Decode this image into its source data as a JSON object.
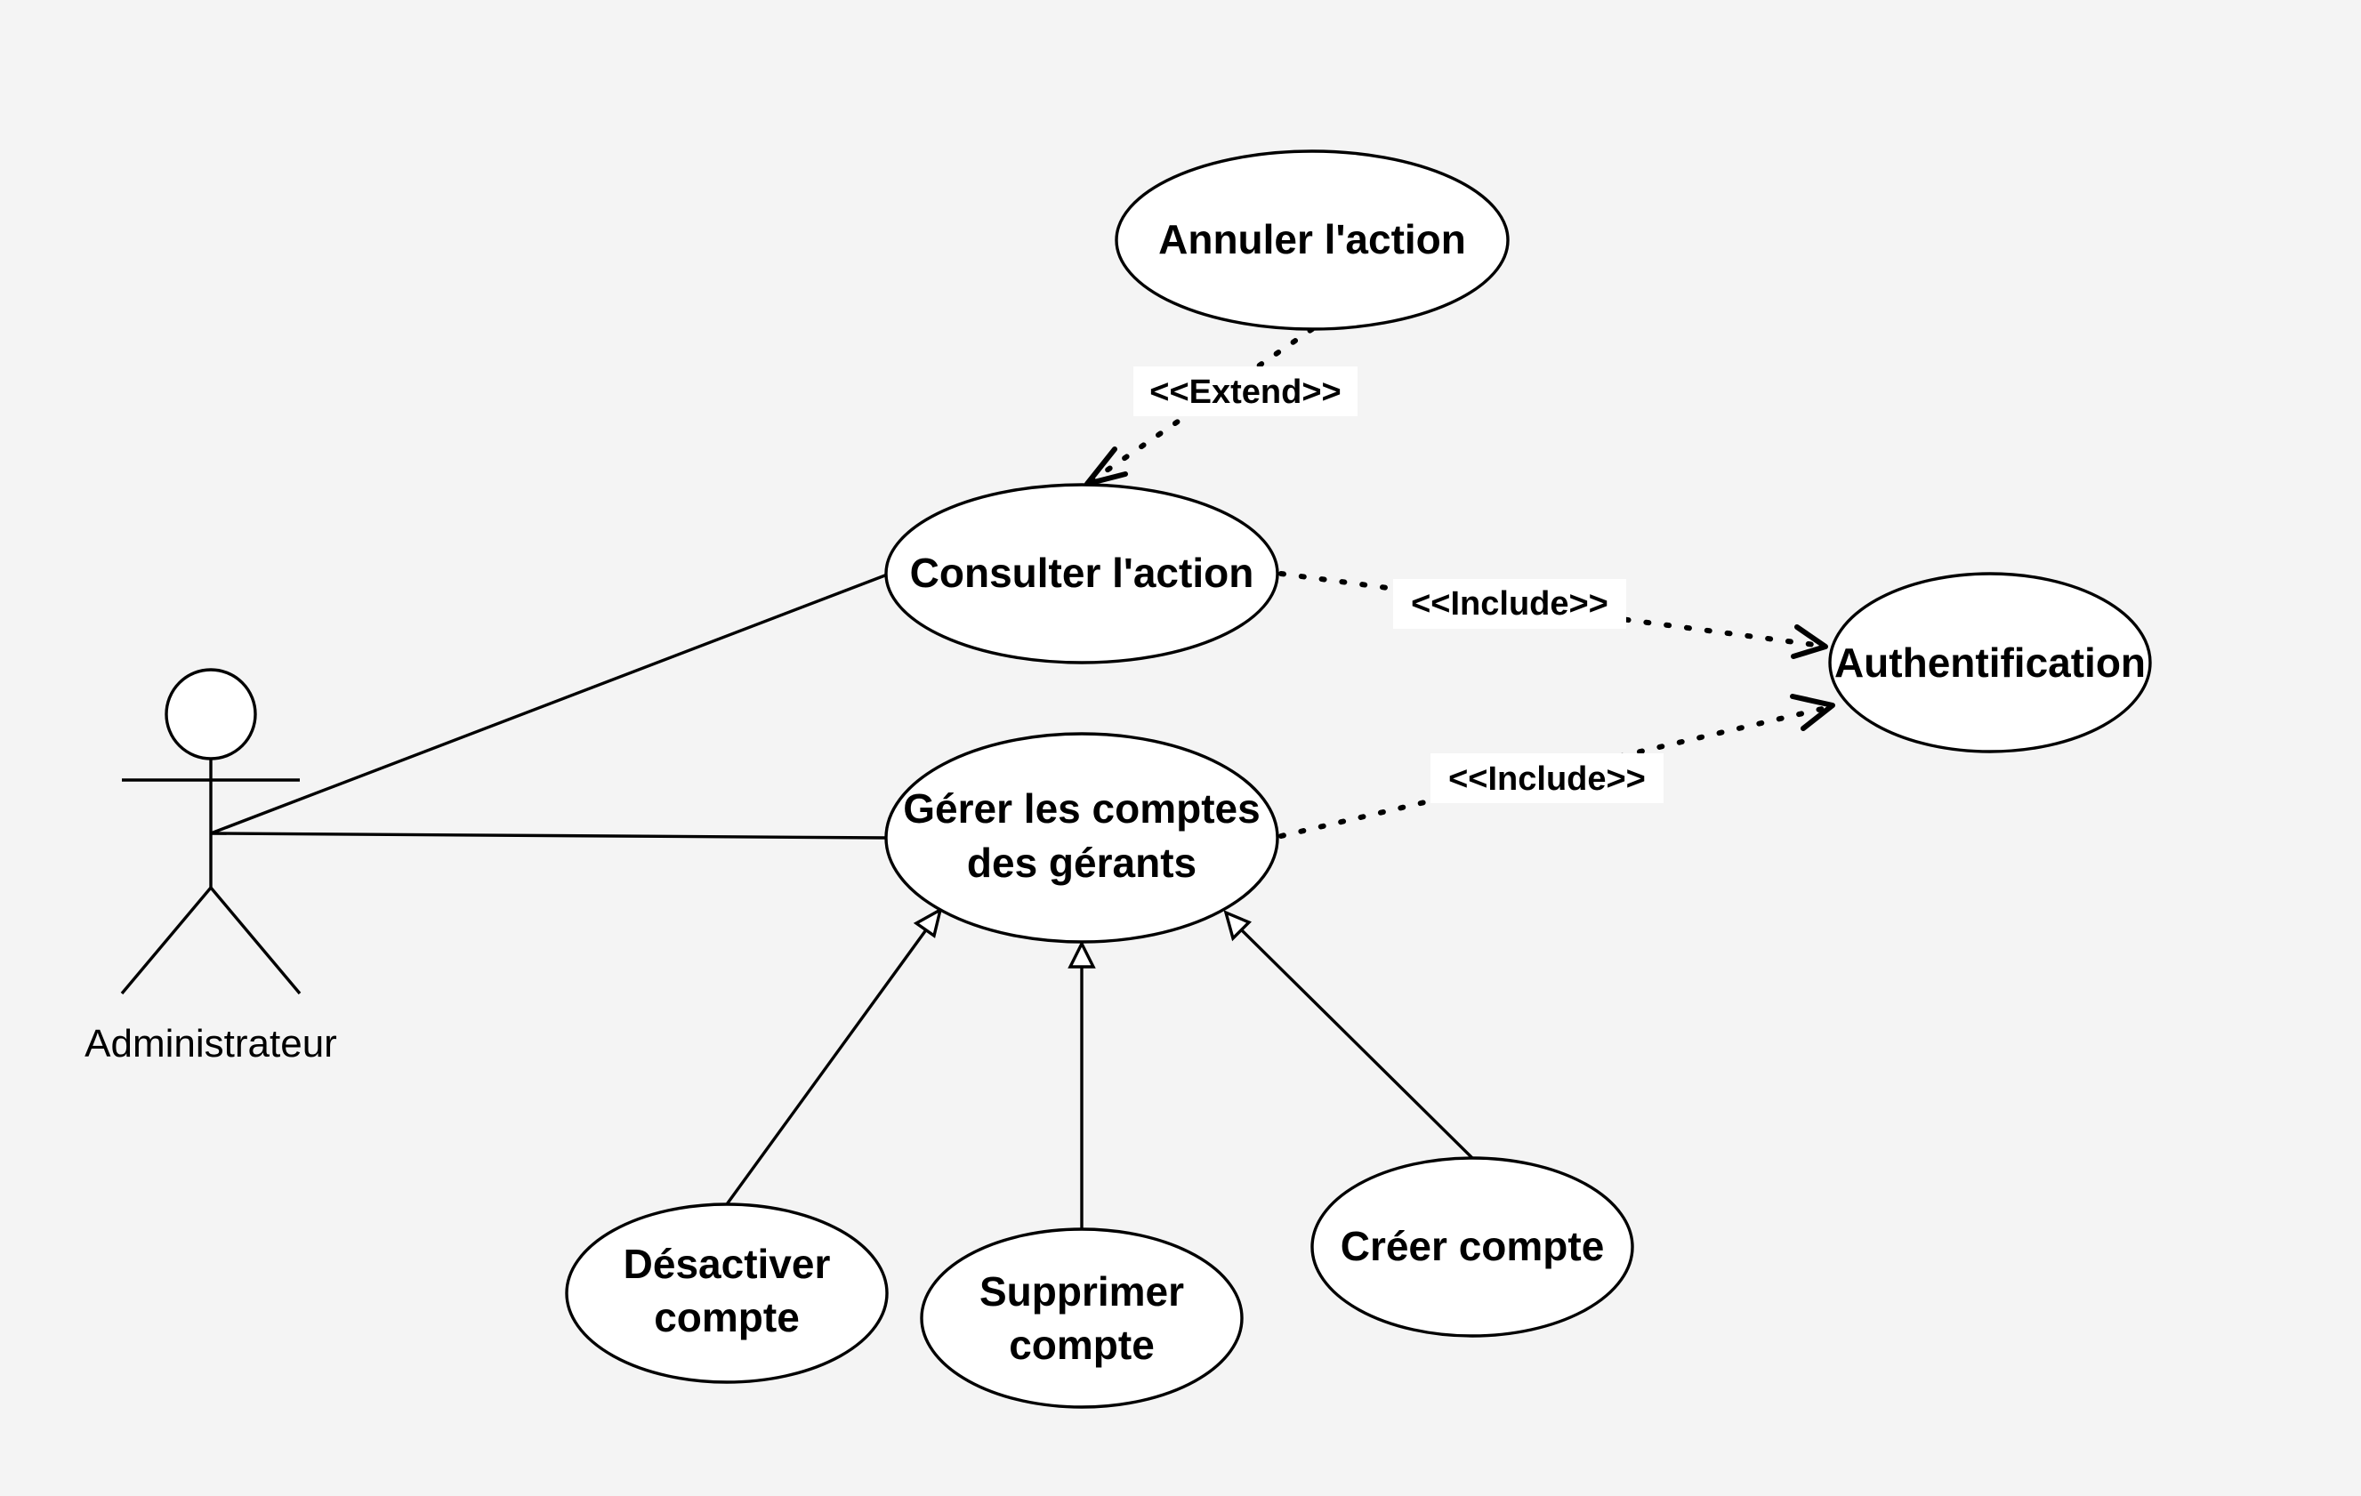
{
  "actor": {
    "name": "Administrateur"
  },
  "use_cases": {
    "annuler": "Annuler l'action",
    "consulter": "Consulter l'action",
    "authentification": "Authentification",
    "gerer_line1": "Gérer les comptes",
    "gerer_line2": "des gérants",
    "desactiver_line1": "Désactiver",
    "desactiver_line2": "compte",
    "supprimer_line1": "Supprimer",
    "supprimer_line2": "compte",
    "creer": "Créer compte"
  },
  "relations": {
    "extend": "<<Extend>>",
    "include_consulter": "<<Include>>",
    "include_gerer": "<<Include>>"
  }
}
